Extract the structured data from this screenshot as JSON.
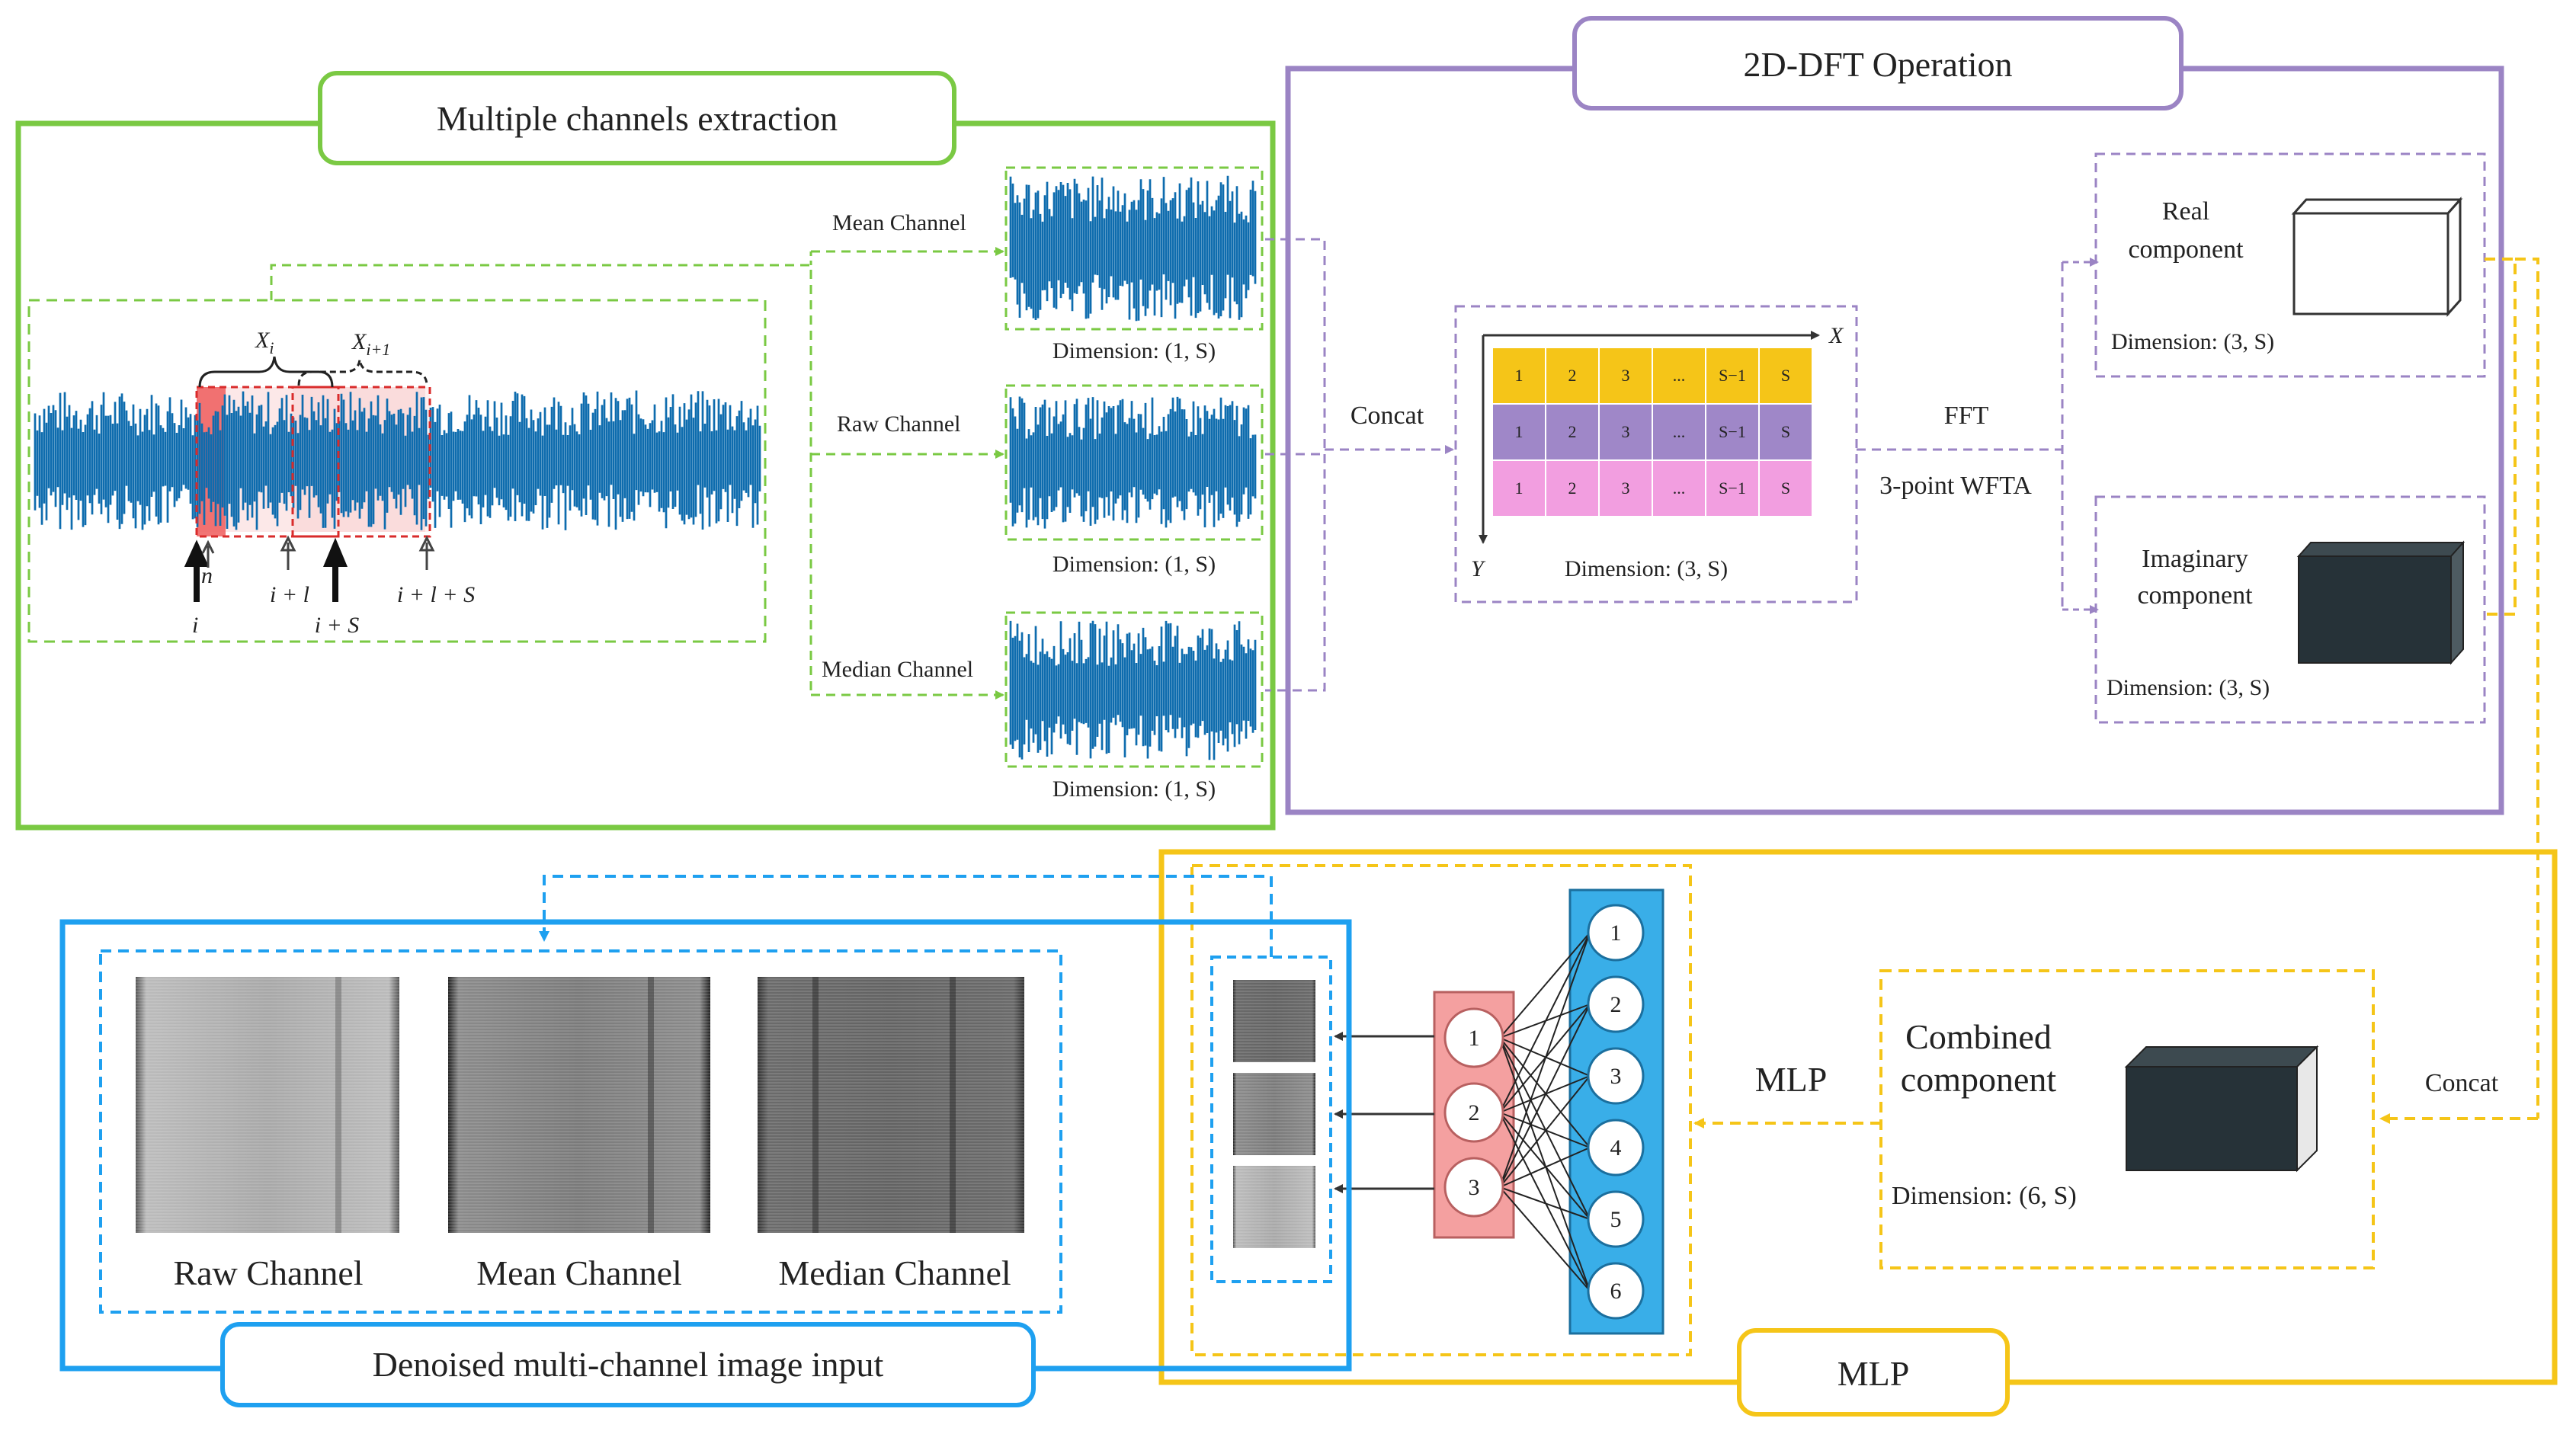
{
  "section1": {
    "title": "Multiple channels extraction",
    "window_labels": {
      "xi": "X",
      "xi_sub": "i",
      "xi1": "X",
      "xi1_sub": "i+1"
    },
    "marker_labels": {
      "n": "n",
      "i": "i",
      "il": "i + l",
      "is": "i + S",
      "ils": "i + l + S"
    },
    "channels": [
      {
        "name": "Mean Channel",
        "dimension": "Dimension: (1, S)"
      },
      {
        "name": "Raw Channel",
        "dimension": "Dimension: (1, S)"
      },
      {
        "name": "Median Channel",
        "dimension": "Dimension: (1, S)"
      }
    ],
    "color": "#7ac943"
  },
  "section2": {
    "title": "2D-DFT Operation",
    "concat_label": "Concat",
    "matrix": {
      "cells": [
        "1",
        "2",
        "3",
        "...",
        "S−1",
        "S"
      ],
      "row_colors": [
        "#f5c518",
        "#9f87c8",
        "#f29ee0"
      ],
      "x_axis": "X",
      "y_axis": "Y",
      "dimension": "Dimension: (3, S)"
    },
    "fft_label": "FFT",
    "wfta_label": "3-point WFTA",
    "real": {
      "line1": "Real",
      "line2": "component",
      "dimension": "Dimension: (3, S)"
    },
    "imag": {
      "line1": "Imaginary",
      "line2": "component",
      "dimension": "Dimension: (3, S)"
    },
    "color": "#9b84c4"
  },
  "section3": {
    "title": "MLP",
    "concat_label": "Concat",
    "combined": {
      "line1": "Combined",
      "line2": "component",
      "dimension": "Dimension: (6, S)"
    },
    "mlp_label": "MLP",
    "hidden_nodes": [
      "1",
      "2",
      "3",
      "4",
      "5",
      "6"
    ],
    "output_nodes": [
      "1",
      "2",
      "3"
    ],
    "color": "#f5c518"
  },
  "section4": {
    "title": "Denoised multi-channel image input",
    "images": [
      {
        "caption": "Raw Channel"
      },
      {
        "caption": "Mean Channel"
      },
      {
        "caption": "Median Channel"
      }
    ],
    "color": "#1ea0f0"
  },
  "colors": {
    "signal": "#0e6cae",
    "cube_dark": "#263238",
    "node_blue": "#39aee8",
    "node_pink": "#f4a0a0"
  }
}
